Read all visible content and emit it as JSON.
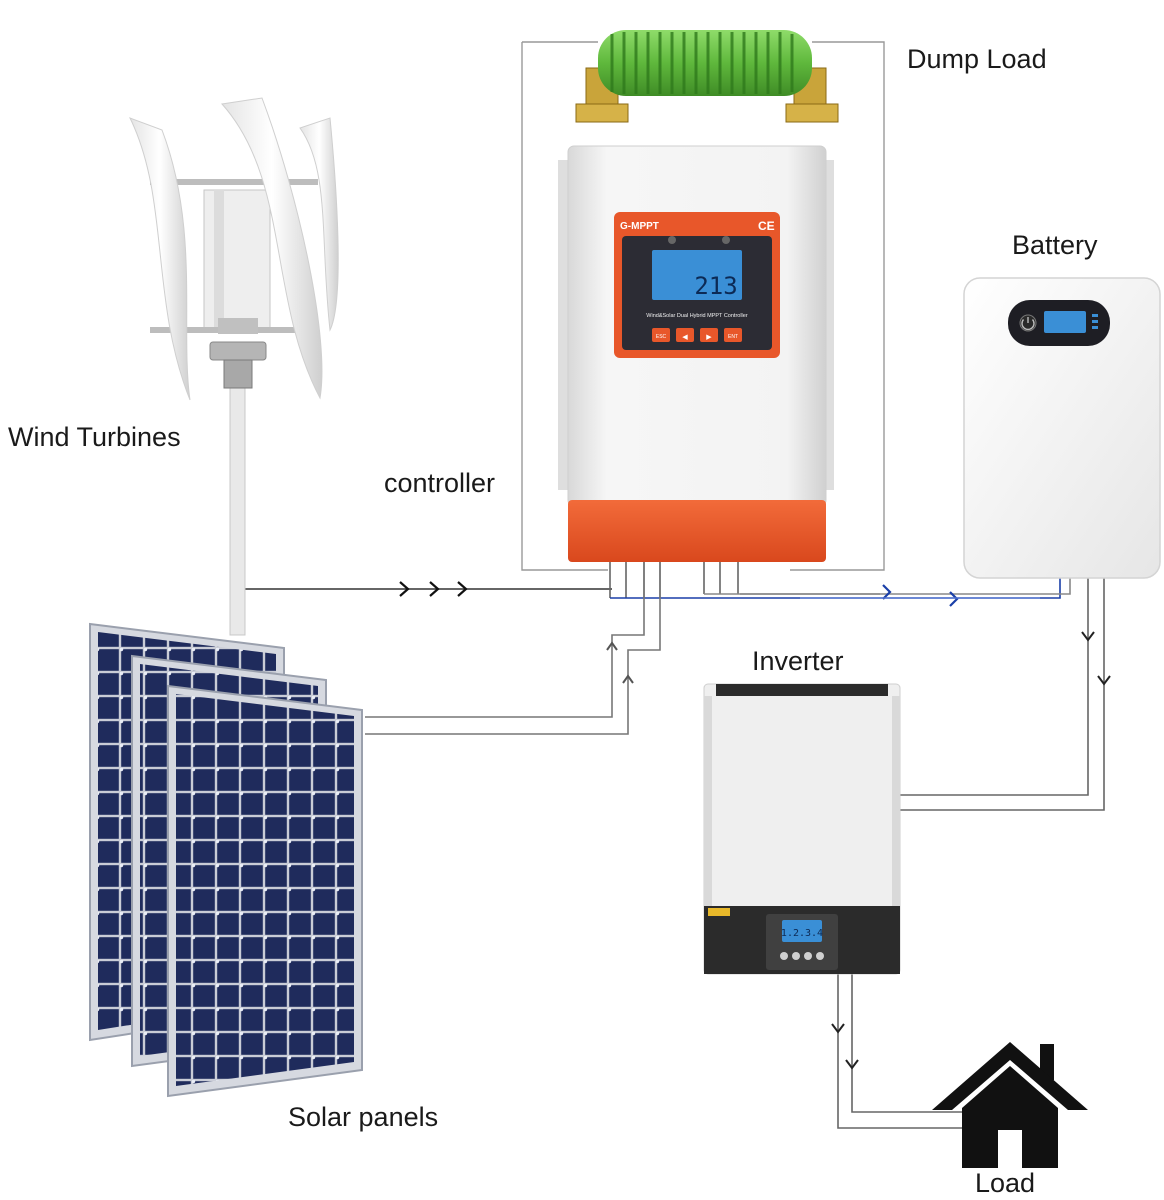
{
  "labels": {
    "dump_load": "Dump Load",
    "battery": "Battery",
    "wind_turbines": "Wind Turbines",
    "controller": "controller",
    "inverter": "Inverter",
    "solar_panels": "Solar panels",
    "load": "Load"
  },
  "controller_display": {
    "brand": "G-MPPT",
    "mark": "CE",
    "reading": "213",
    "model": "Wind&Solar Dual Hybrid MPPT Controller",
    "buttons": [
      "ESC",
      "◀",
      "▶",
      "ENT"
    ]
  },
  "inverter_display": {
    "reading": "1.2.3.4"
  },
  "colors": {
    "controller_accent": "#e8572a",
    "panel_dark": "#2c2c34",
    "lcd": "#3a8fd6",
    "dump_load_coil": "#6cc24a",
    "solar_cell": "#1f2b5c",
    "wire_dc": "#1a3fa8",
    "wire": "#555555",
    "house": "#111111"
  }
}
